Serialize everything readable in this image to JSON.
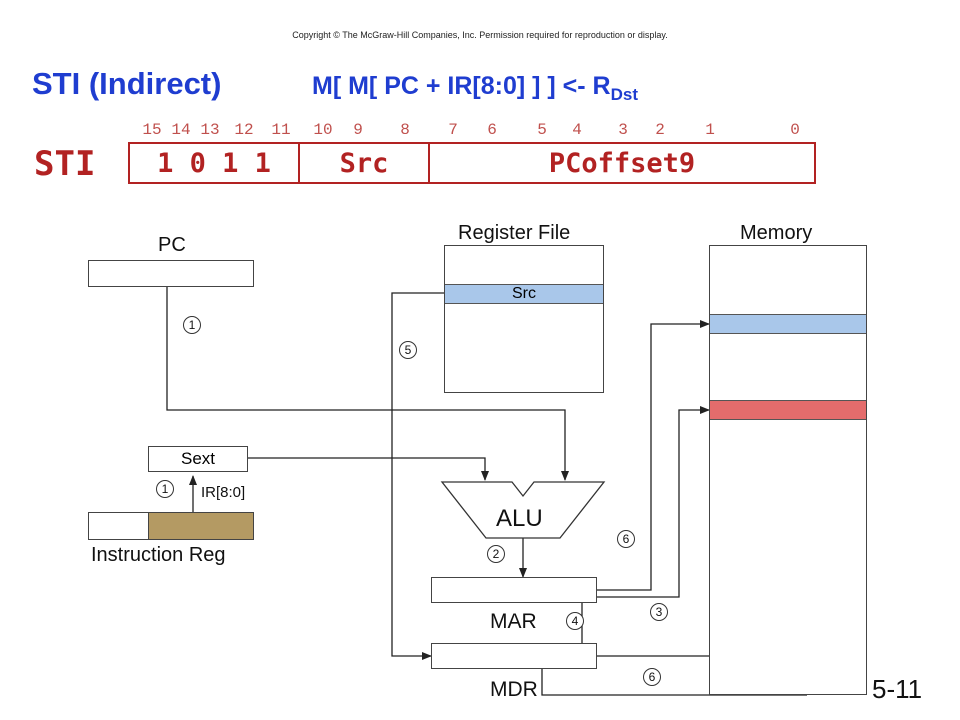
{
  "copyright": "Copyright © The McGraw-Hill Companies, Inc.  Permission required for reproduction or display.",
  "title": "STI (Indirect)",
  "formula": {
    "main": "M[ M[ PC + IR[8:0] ] ] <- R",
    "sub": "Dst"
  },
  "instruction": {
    "name": "STI",
    "bits": [
      "15",
      "14",
      "13",
      "12",
      "11",
      "10",
      "9",
      "8",
      "7",
      "6",
      "5",
      "4",
      "3",
      "2",
      "1",
      "0"
    ],
    "opcode": "1 0 1 1",
    "src": "Src",
    "offset": "PCoffset9"
  },
  "labels": {
    "pc": "PC",
    "register_file": "Register File",
    "memory": "Memory",
    "src_reg": "Src",
    "sext": "Sext",
    "ir_slice": "IR[8:0]",
    "instruction_reg": "Instruction Reg",
    "alu": "ALU",
    "mar": "MAR",
    "mdr": "MDR"
  },
  "steps": {
    "s1a": "1",
    "s1b": "1",
    "s2": "2",
    "s3": "3",
    "s4": "4",
    "s5": "5",
    "s6a": "6",
    "s6b": "6"
  },
  "slide_number": "5-11",
  "colors": {
    "title": "#1f3dd0",
    "encoding": "#b22222",
    "src_highlight": "#a9c7ea",
    "mem_blue": "#a9c7ea",
    "mem_red": "#e46c6c",
    "ir_offset": "#b49a63"
  }
}
